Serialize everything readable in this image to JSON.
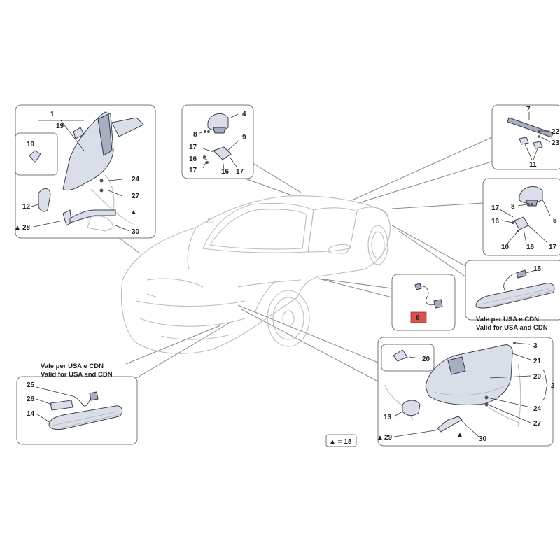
{
  "callouts": {
    "c1": "1",
    "c19a": "19",
    "c19b": "19",
    "c24a": "24",
    "c27a": "27",
    "c12": "12",
    "c28": "28",
    "c30a": "30",
    "c4": "4",
    "c8a": "8",
    "c9": "9",
    "c17a": "17",
    "c16a": "16",
    "c17b": "17",
    "c16b": "16",
    "c17c": "17",
    "c7": "7",
    "c22": "22",
    "c23": "23",
    "c11": "11",
    "c17d": "17",
    "c8b": "8",
    "c5": "5",
    "c16c": "16",
    "c10": "10",
    "c16d": "16",
    "c17e": "17",
    "c15": "15",
    "c6": "6",
    "c3": "3",
    "c20a": "20",
    "c21": "21",
    "c20b": "20",
    "c2": "2",
    "c24b": "24",
    "c27b": "27",
    "c13": "13",
    "c29": "29",
    "c30b": "30",
    "c25": "25",
    "c26": "26",
    "c14": "14"
  },
  "notes": {
    "usa_it_right": "Vale per USA e CDN",
    "usa_en_right": "Valid for USA and CDN",
    "usa_it_left": "Vale per USA e CDN",
    "usa_en_left": "Valid for USA and CDN",
    "legend": "▲ = 18"
  },
  "symbols": {
    "triangle": "▲"
  },
  "colors": {
    "highlight_badge": "#d9534f",
    "part_fill": "#d9dee8",
    "car_outline": "#b9bcc4",
    "frame_border": "#777777"
  }
}
